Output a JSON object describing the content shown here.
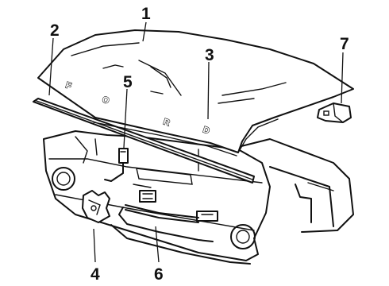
{
  "diagram": {
    "callouts": [
      "1",
      "2",
      "3",
      "4",
      "5",
      "6",
      "7"
    ],
    "hood_lettering": [
      "F",
      "O",
      "R",
      "D"
    ]
  }
}
